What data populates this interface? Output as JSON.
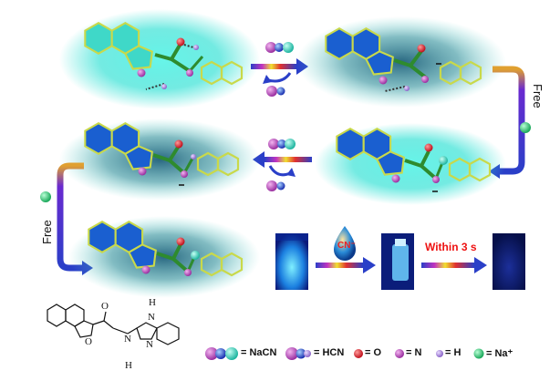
{
  "labels": {
    "free_right": "Free",
    "free_left": "Free",
    "within": "Within 3 s",
    "cn_drop": "CN⁻"
  },
  "chem": {
    "O_furan": "O",
    "O_carbonyl": "O",
    "N_amide": "N",
    "H_amide": "H",
    "N_imid1": "N",
    "H_imid": "H",
    "N_imid2": "N"
  },
  "legend": {
    "nacn": "= NaCN",
    "hcn": "= HCN",
    "o": "= O",
    "n": "= N",
    "h": "= H",
    "na": "= Na⁺"
  },
  "colors": {
    "glow": "#29e6d8",
    "ring_fill": "#1a5fd0",
    "ring_stroke": "#c9d94a",
    "bond": "#2e8b2e",
    "oxygen": "#e0202a",
    "nitrogen": "#c254c8",
    "hydrogen": "#b08ad8",
    "sodium": "#3bd67f",
    "arrow_blue": "#2a3fc8",
    "arrow_red": "#e22",
    "vial_fluor": "#1fb8ff"
  }
}
